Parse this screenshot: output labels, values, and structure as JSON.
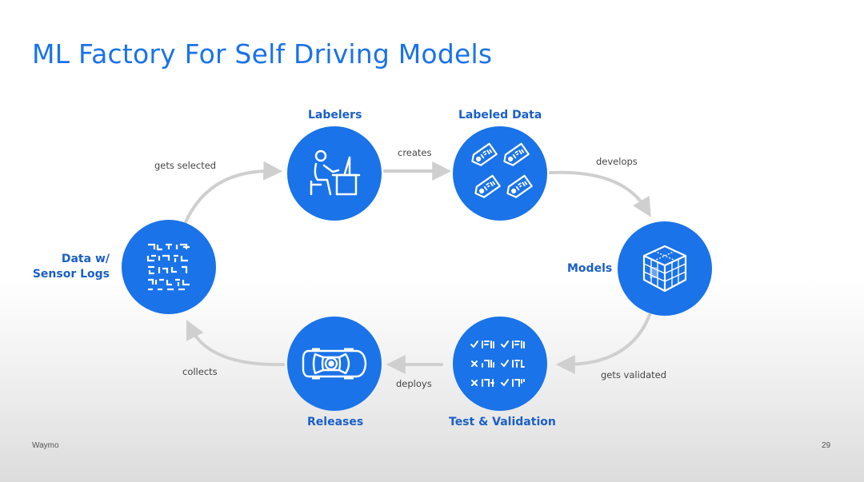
{
  "title": "ML Factory For Self Driving Models",
  "nodes": {
    "labelers": "Labelers",
    "labeled_data": "Labeled Data",
    "models": "Models",
    "test_validation": "Test & Validation",
    "releases": "Releases",
    "data_sensor_logs_line1": "Data w/",
    "data_sensor_logs_line2": "Sensor Logs"
  },
  "edges": {
    "gets_selected": "gets selected",
    "creates": "creates",
    "develops": "develops",
    "gets_validated": "gets validated",
    "deploys": "deploys",
    "collects": "collects"
  },
  "footer": {
    "brand": "Waymo",
    "page_number": "29"
  },
  "colors": {
    "accent": "#1a73e8",
    "arrow": "#cfcfcf",
    "label_dark": "#444444"
  },
  "icons": {
    "labelers": "person-at-desk-icon",
    "labeled_data": "tags-icon",
    "models": "cube-grid-icon",
    "test_validation": "checklist-icon",
    "releases": "car-top-view-icon",
    "data_sensor_logs": "data-grid-icon"
  }
}
